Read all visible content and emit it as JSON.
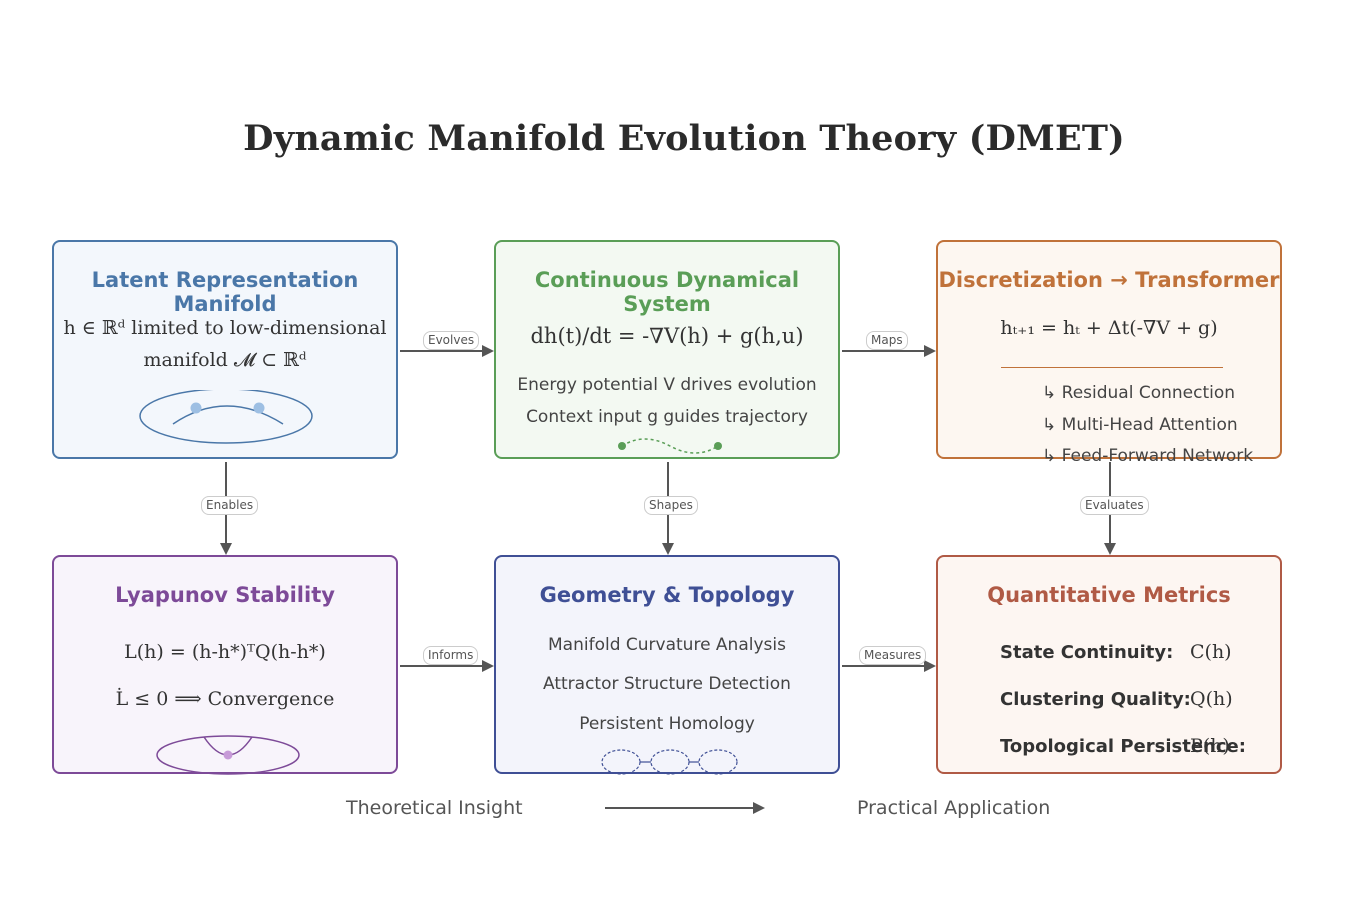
{
  "title": "Dynamic Manifold Evolution Theory (DMET)",
  "boxes": {
    "latent": {
      "title": "Latent Representation Manifold",
      "line1": "h ∈ ℝᵈ limited to low-dimensional",
      "line2": "manifold 𝓜 ⊂ ℝᵈ",
      "color": "#4a77a8"
    },
    "dynamical": {
      "title": "Continuous Dynamical System",
      "equation": "dh(t)/dt = -∇V(h) + g(h,u)",
      "line1": "Energy potential V drives evolution",
      "line2": "Context input g guides trajectory",
      "color": "#5a9e57"
    },
    "discretization": {
      "title": "Discretization → Transformer",
      "equation": "hₜ₊₁ = hₜ + Δt(-∇V + g)",
      "items": [
        "↳ Residual Connection",
        "↳ Multi-Head Attention",
        "↳ Feed-Forward Network"
      ],
      "color": "#c0723a"
    },
    "lyapunov": {
      "title": "Lyapunov Stability",
      "line1": "L(h) = (h-h*)ᵀQ(h-h*)",
      "line2": "L̇ ≤ 0 ⟹ Convergence",
      "color": "#7d4a98"
    },
    "geometry": {
      "title": "Geometry & Topology",
      "items": [
        "Manifold Curvature Analysis",
        "Attractor Structure Detection",
        "Persistent Homology"
      ],
      "color": "#3f4f95"
    },
    "metrics": {
      "title": "Quantitative Metrics",
      "rows": [
        {
          "label": "State Continuity:",
          "value": "C(h)"
        },
        {
          "label": "Clustering Quality:",
          "value": "Q(h)"
        },
        {
          "label": "Topological Persistence:",
          "value": "P(h)"
        }
      ],
      "color": "#b05a45"
    }
  },
  "edges": {
    "evolves": "Evolves",
    "maps": "Maps",
    "enables": "Enables",
    "shapes": "Shapes",
    "evaluates": "Evaluates",
    "informs": "Informs",
    "measures": "Measures"
  },
  "footer": {
    "left": "Theoretical Insight",
    "right": "Practical Application"
  }
}
